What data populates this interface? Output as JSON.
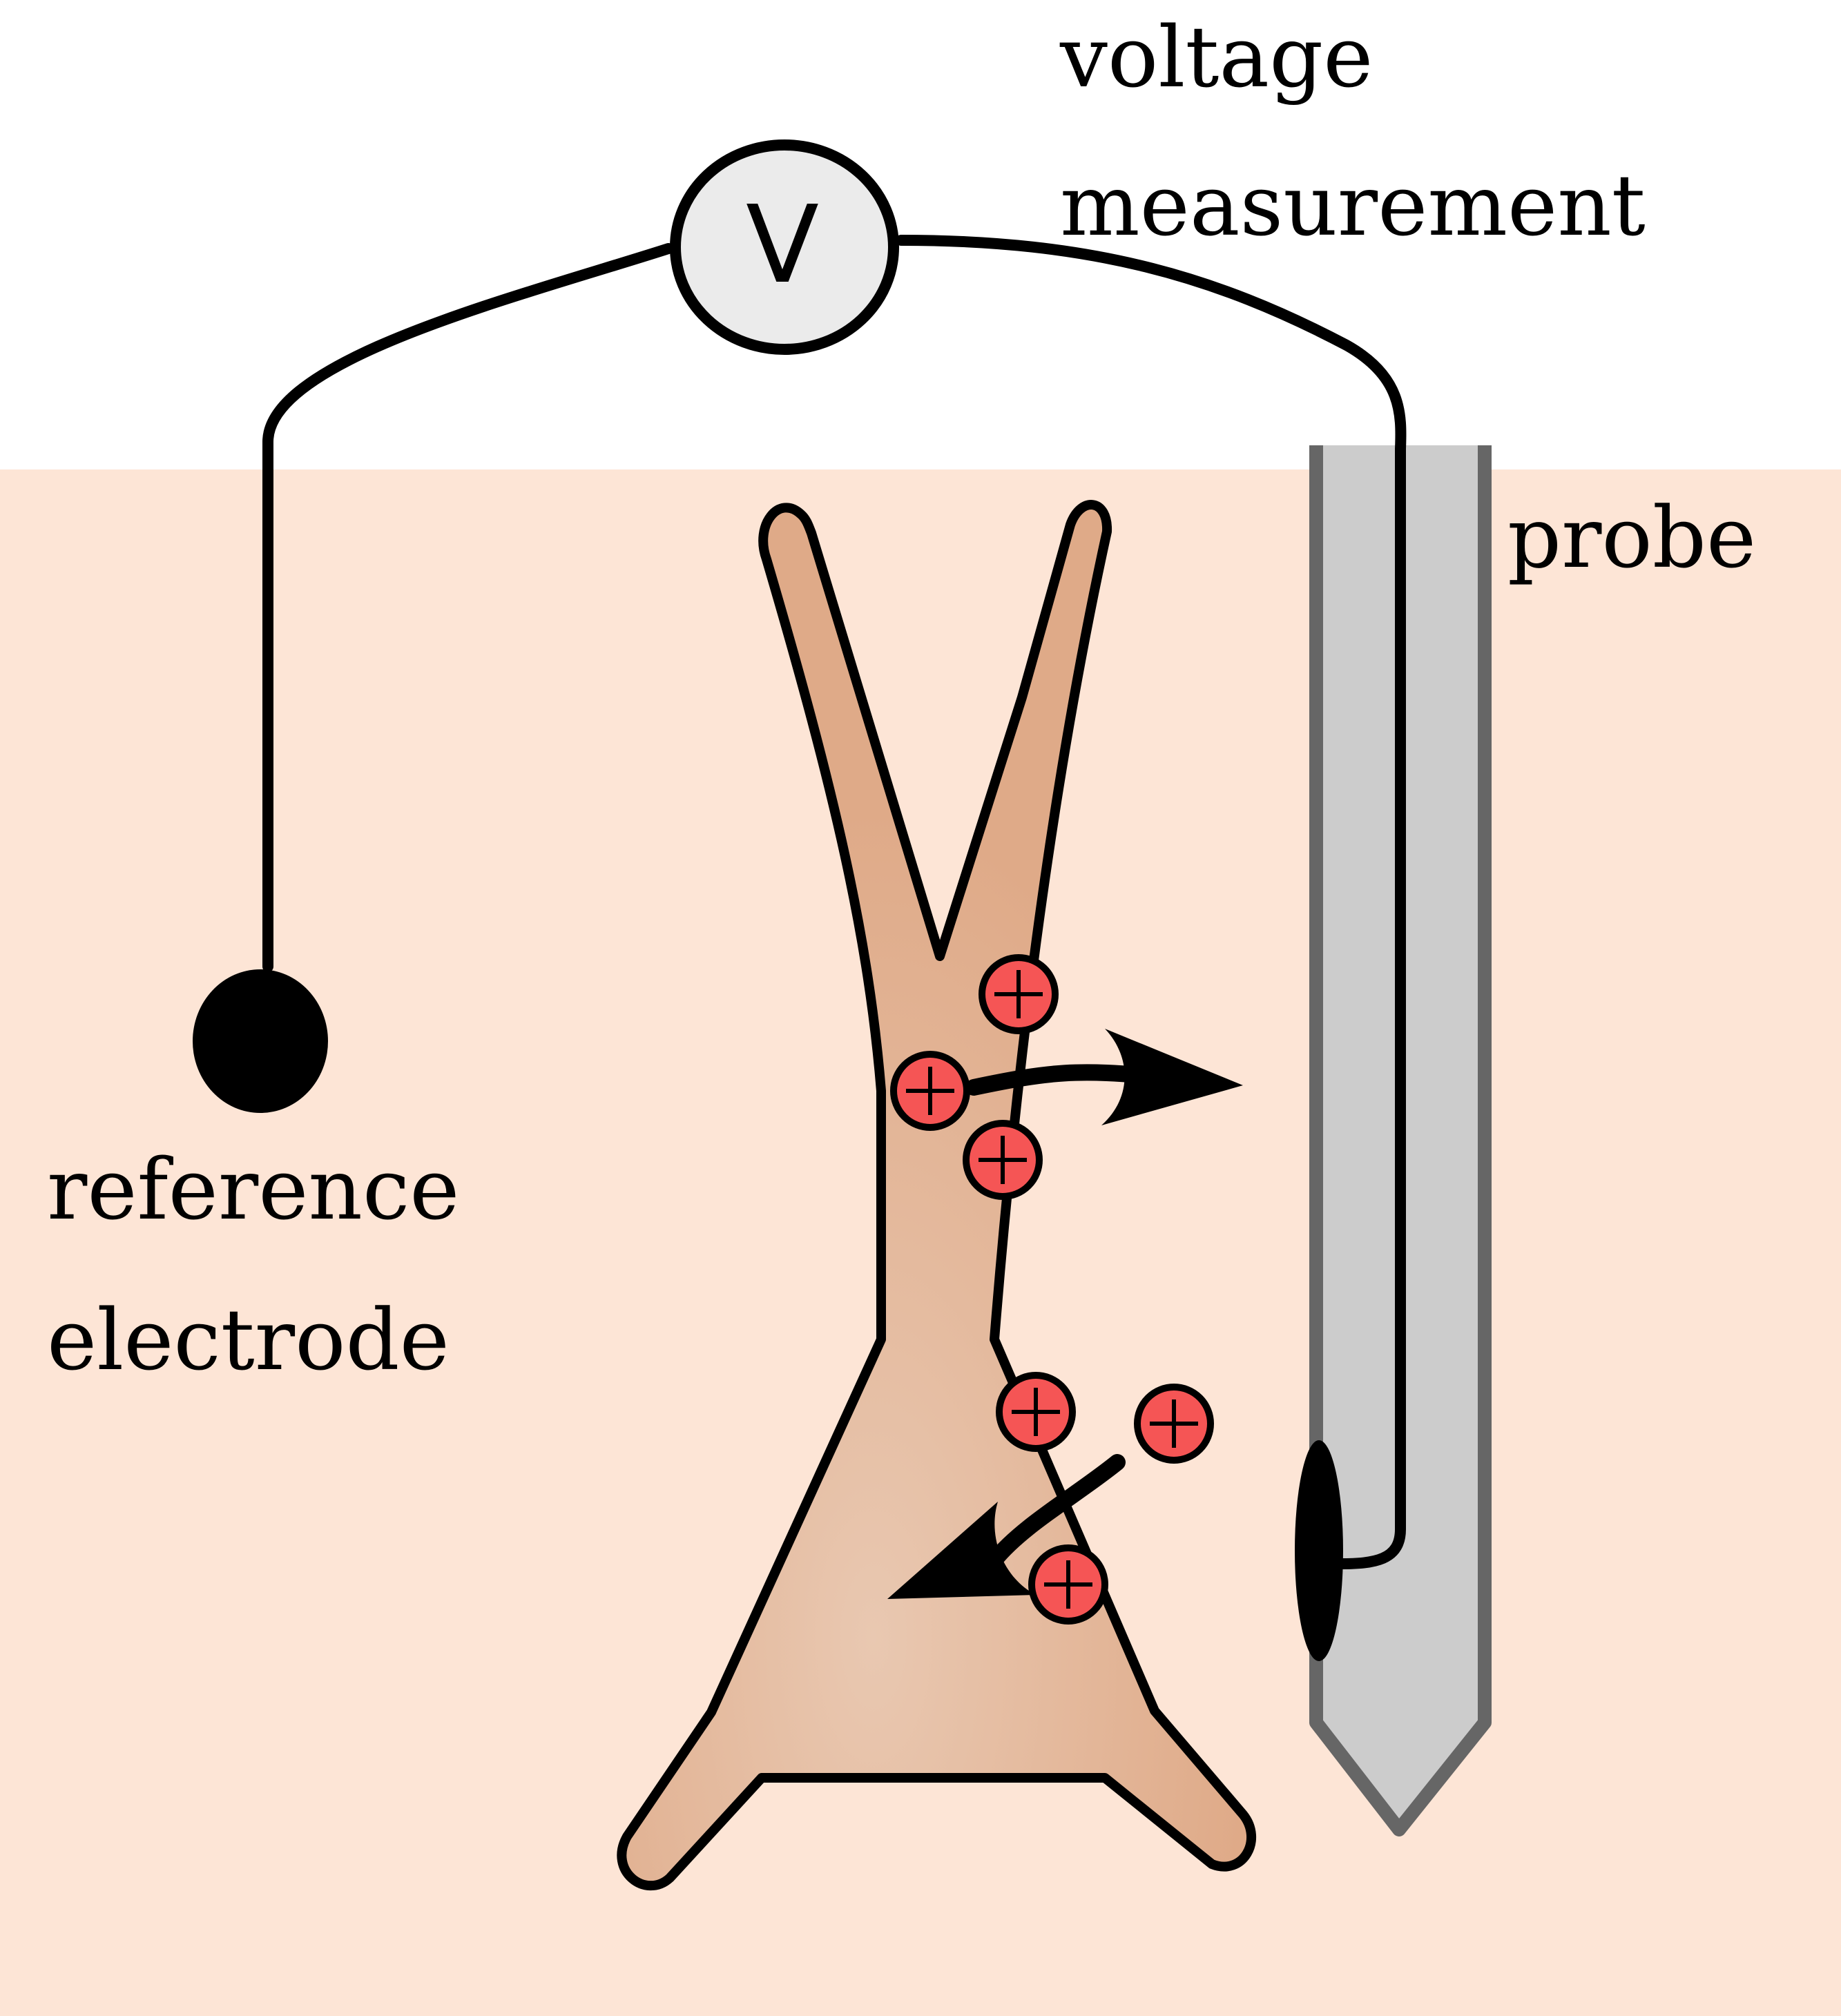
{
  "labels": {
    "voltage_line1": "voltage",
    "voltage_line2": "measurement",
    "probe": "probe",
    "reference_line1": "reference",
    "reference_line2": "electrode",
    "voltmeter_symbol": "V"
  },
  "colors": {
    "tissue_background": "#fde5d6",
    "neuron_fill": "#dfaa88",
    "neuron_center": "#e9c8b1",
    "ion_fill": "#f55555",
    "probe_fill": "#cccccc",
    "probe_edge": "#666666",
    "voltmeter_fill": "#ebebeb",
    "wire": "#000000"
  },
  "icons": {
    "ion": "plus-ion-icon",
    "arrow": "curved-arrow-icon",
    "reference": "reference-electrode-icon"
  }
}
